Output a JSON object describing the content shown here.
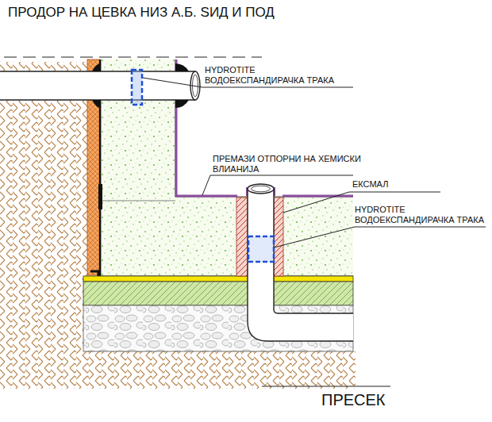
{
  "diagram": {
    "title": "ПРОДОР НА ЦЕВКА НИЗ А.Б. ЅИД И ПОД",
    "labels": [
      "HYDROTITE ВОДОЕКСПАНДИРАЧКА ТРАКА",
      "ПРЕМАЗИ ОТПОРНИ НА ХЕМИСКИ ВЛИАНИЈА",
      "ЕКСМАЛ",
      "HYDROTITE ВОДОЕКСПАНДИРАЧКА ТРАКА",
      "ПРЕСЕК"
    ]
  }
}
